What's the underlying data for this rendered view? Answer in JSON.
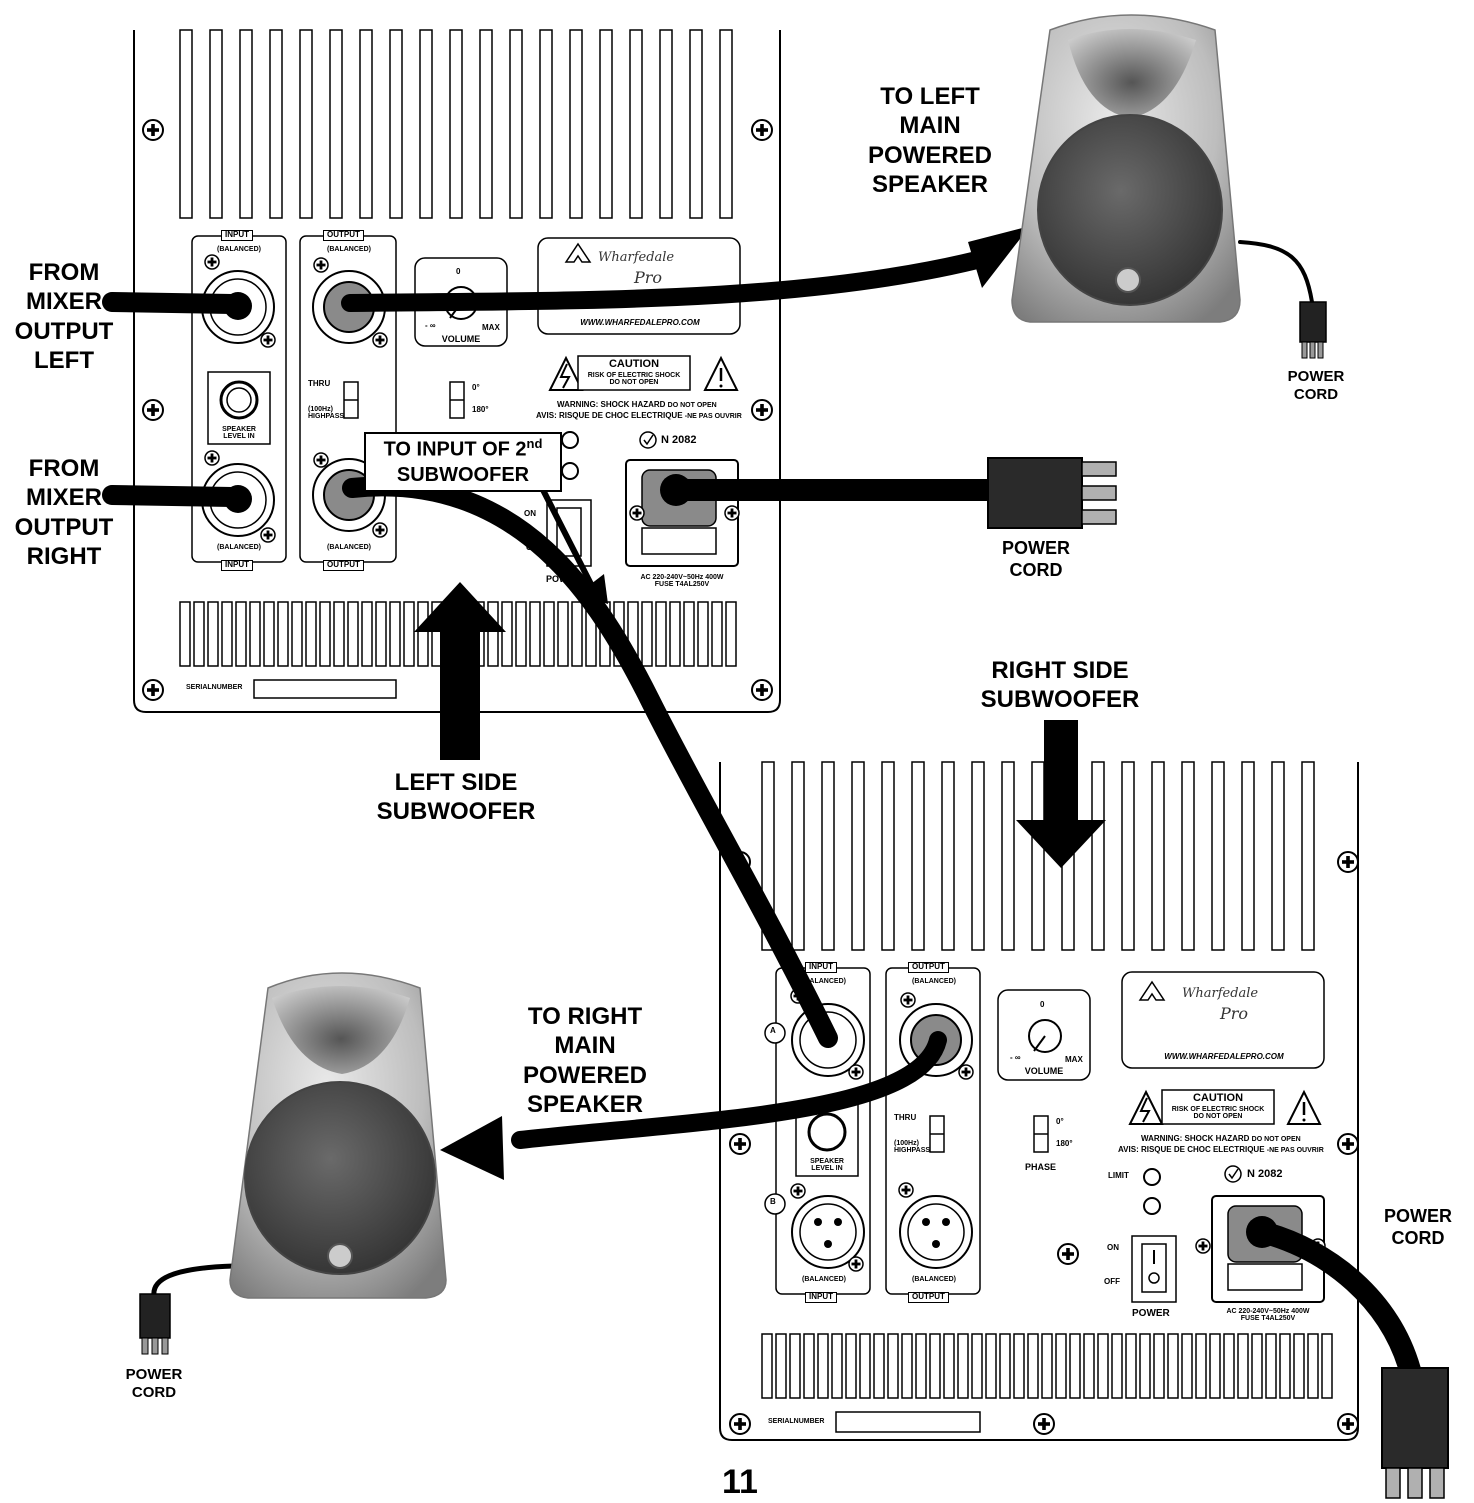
{
  "page_number": "11",
  "labels": {
    "from_mixer_left": [
      "FROM",
      "MIXER",
      "OUTPUT",
      "LEFT"
    ],
    "from_mixer_right": [
      "FROM",
      "MIXER",
      "OUTPUT",
      "RIGHT"
    ],
    "to_left_main": [
      "TO LEFT",
      "MAIN",
      "POWERED",
      "SPEAKER"
    ],
    "to_right_main": [
      "TO RIGHT",
      "MAIN",
      "POWERED",
      "SPEAKER"
    ],
    "to_input_2nd_a": "TO INPUT OF 2",
    "to_input_2nd_sup": "nd",
    "to_input_2nd_b": "SUBWOOFER",
    "left_side_sub": [
      "LEFT SIDE",
      "SUBWOOFER"
    ],
    "right_side_sub": [
      "RIGHT SIDE",
      "SUBWOOFER"
    ],
    "power_cord": [
      "POWER",
      "CORD"
    ]
  },
  "panel": {
    "input": "INPUT",
    "output": "OUTPUT",
    "balanced": "(BALANCED)",
    "speaker_level_in": [
      "SPEAKER",
      "LEVEL IN"
    ],
    "volume": "VOLUME",
    "vol_zero": "0",
    "vol_min": "- ∞",
    "vol_max": "MAX",
    "thru": "THRU",
    "highpass": [
      "(100Hz)",
      "HIGHPASS"
    ],
    "phase_0": "0°",
    "phase_180": "180°",
    "phase": "PHASE",
    "caution": "CAUTION",
    "caution_sub": [
      "RISK OF ELECTRIC SHOCK",
      "DO NOT OPEN"
    ],
    "warning": "WARNING:  SHOCK HAZARD",
    "warning_small": "DO NOT OPEN",
    "avis": "AVIS:  RISQUE DE CHOC ELECTRIQUE",
    "avis_small": "-NE PAS OUVRIR",
    "cert": "N 2082",
    "limit": "LIMIT",
    "on": "ON",
    "off": "OFF",
    "power": "POWER",
    "ac_rating": [
      "AC 220-240V~50Hz 400W",
      "FUSE T4AL250V"
    ],
    "serial": "SERIALNUMBER",
    "url": "WWW.WHARFEDALEPRO.COM",
    "brand_1": "Wharfedale",
    "brand_2": "Pro",
    "conn_a": "A",
    "conn_b": "B"
  }
}
